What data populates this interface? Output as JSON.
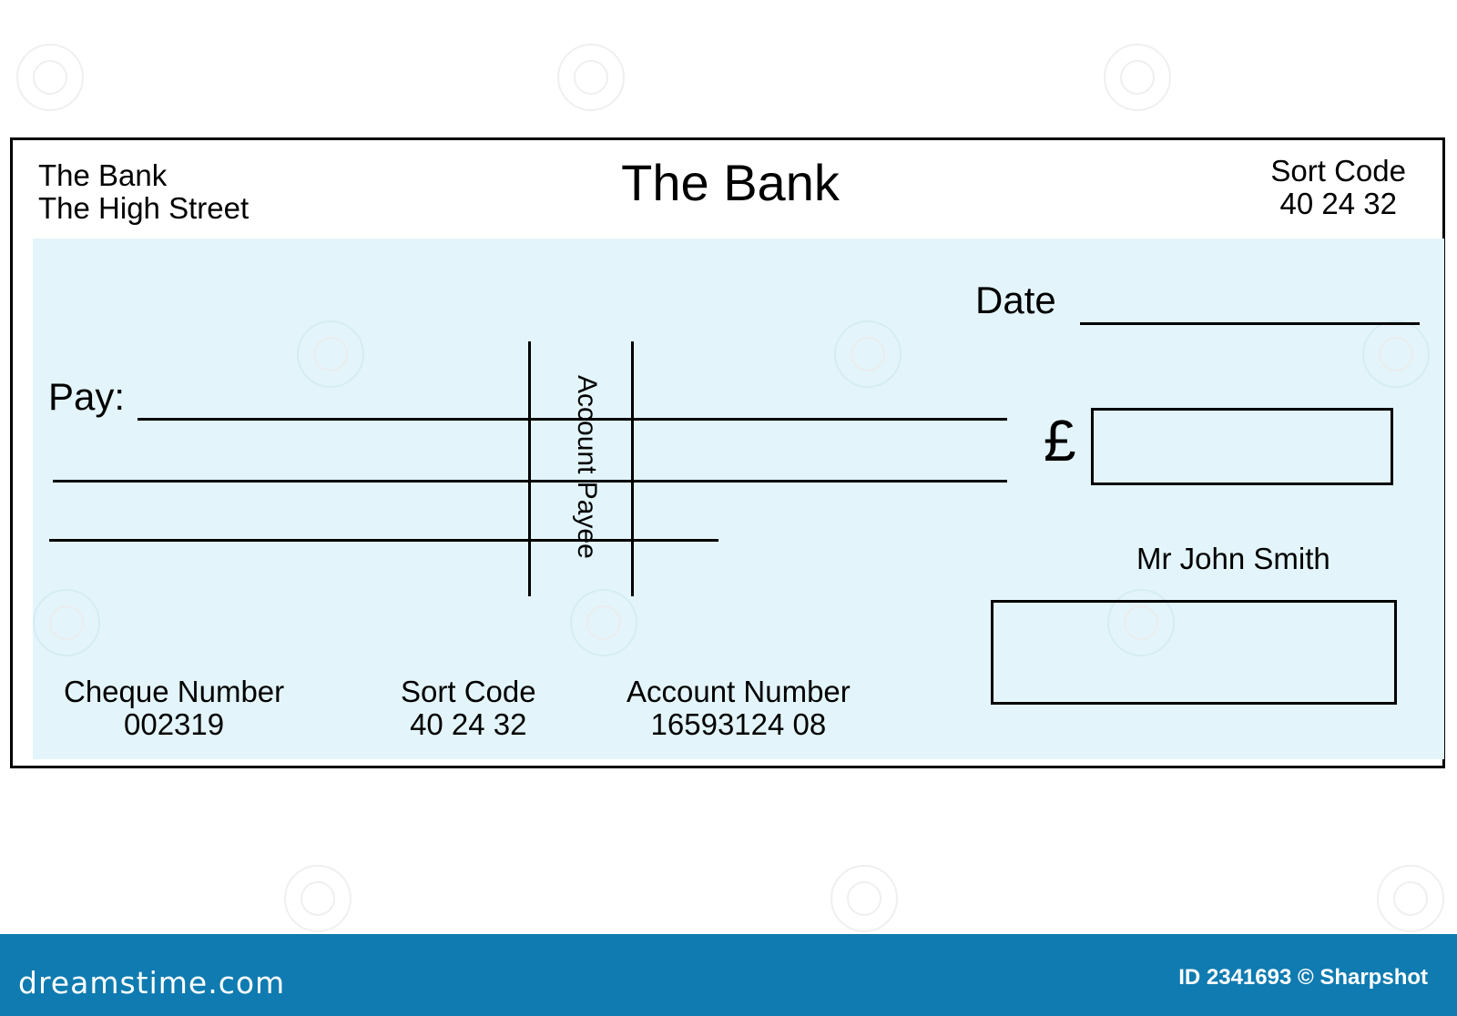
{
  "bank_address": {
    "name": "The Bank",
    "street": "The High Street"
  },
  "title": "The Bank",
  "top_sort_code": {
    "label": "Sort Code",
    "value": "40 24 32"
  },
  "date_label": "Date",
  "pay_label": "Pay:",
  "crossing_text": "Account Payee",
  "currency_symbol": "£",
  "account_holder": "Mr John Smith",
  "footer_fields": {
    "cheque_number": {
      "label": "Cheque Number",
      "value": "002319"
    },
    "sort_code": {
      "label": "Sort Code",
      "value": "40 24 32"
    },
    "account_number": {
      "label": "Account Number",
      "value": "16593124 08"
    }
  },
  "watermark": {
    "site": "dreamstime.com",
    "credit": "ID 2341693 © Sharpshot"
  },
  "colors": {
    "panel": "#e3f5fa",
    "banner": "#0f7bb0"
  }
}
